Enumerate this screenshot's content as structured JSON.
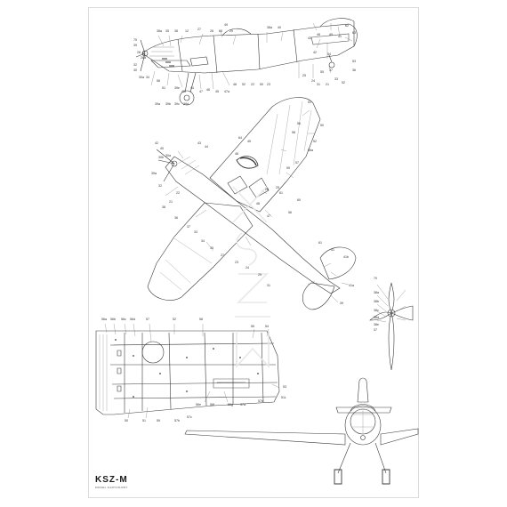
{
  "brand": {
    "logo_text": "KSZ-M",
    "tagline": "MODEL KARTONOWY"
  },
  "watermark": "KSZ-M",
  "colors": {
    "line": "#3a3a3a",
    "hatch": "#9a9a9a",
    "paper": "#ffffff"
  },
  "labels": {
    "side_view": [
      "49",
      "38a",
      "40",
      "75",
      "39",
      "38a",
      "35",
      "38",
      "12",
      "27",
      "26",
      "60",
      "29",
      "28",
      "26a",
      "32",
      "30",
      "30a",
      "34",
      "56",
      "51",
      "39e",
      "42",
      "44",
      "47",
      "46",
      "45",
      "47a",
      "48",
      "52",
      "22",
      "50",
      "23",
      "25",
      "24",
      "31",
      "21",
      "33",
      "52",
      "53",
      "36",
      "37",
      "55",
      "54",
      "42",
      "43",
      "48",
      "45",
      "41",
      "62",
      "63",
      "39a",
      "39b",
      "39c",
      "39d"
    ],
    "top_view": [
      "51",
      "50",
      "56",
      "58",
      "52",
      "56a",
      "57",
      "59",
      "25",
      "26",
      "48",
      "47",
      "56",
      "60",
      "61",
      "64",
      "45",
      "46",
      "43",
      "44",
      "42",
      "40",
      "30a",
      "30b",
      "39a",
      "32",
      "22",
      "21",
      "38",
      "36",
      "37",
      "33",
      "34",
      "35",
      "27",
      "23",
      "24",
      "29",
      "31",
      "61",
      "41",
      "41b",
      "41a",
      "39"
    ],
    "prop_view": [
      "70",
      "38a",
      "38b",
      "38c",
      "38d",
      "38e",
      "37"
    ],
    "wing_detail": [
      "56a",
      "56b",
      "56c",
      "56d",
      "57",
      "52",
      "58",
      "55",
      "54",
      "53",
      "50",
      "51",
      "59",
      "57b",
      "56e",
      "56f",
      "56g",
      "57a",
      "57c",
      "57d",
      "51L"
    ],
    "front_view": []
  }
}
